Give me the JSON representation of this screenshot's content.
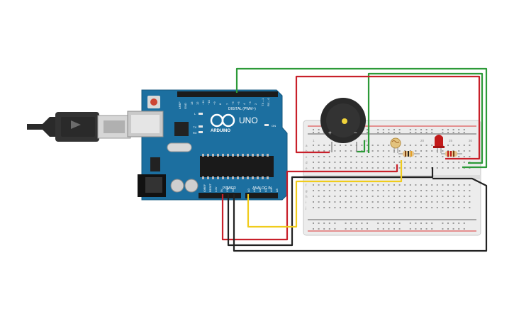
{
  "arduino": {
    "brand": "ARDUINO",
    "model": "UNO",
    "digital_label": "DIGITAL (PWM~)",
    "power_label": "POWER",
    "analog_label": "ANALOG IN",
    "aref": "AREF",
    "gnd": "GND",
    "tx": "TX",
    "rx": "RX",
    "l": "L",
    "on": "ON",
    "ioref": "IOREF",
    "reset": "RESET",
    "v33": "3.3V",
    "v5": "5V",
    "gnd2": "GND",
    "vin": "Vin",
    "digital_pins": [
      "13",
      "12",
      "~11",
      "~10",
      "~9",
      "8",
      "7",
      "~6",
      "~5",
      "4",
      "~3",
      "2",
      "TX→1",
      "RX←0"
    ],
    "analog_pins": [
      "A0",
      "A1",
      "A2",
      "A3",
      "A4",
      "A5"
    ]
  },
  "buzzer": {
    "plus": "+",
    "minus": "−"
  },
  "breadboard": {
    "row_letters_top": [
      "a",
      "b",
      "c",
      "d",
      "e"
    ],
    "row_letters_bottom": [
      "f",
      "g",
      "h",
      "i",
      "j"
    ],
    "col_numbers": [
      "1",
      "5",
      "10",
      "15",
      "20",
      "25",
      "30"
    ]
  },
  "wire_colors": {
    "red": "#c8202a",
    "black": "#222222",
    "green": "#2c9a38",
    "yellow": "#f0cc1c"
  },
  "board_color": "#1c6fa0"
}
